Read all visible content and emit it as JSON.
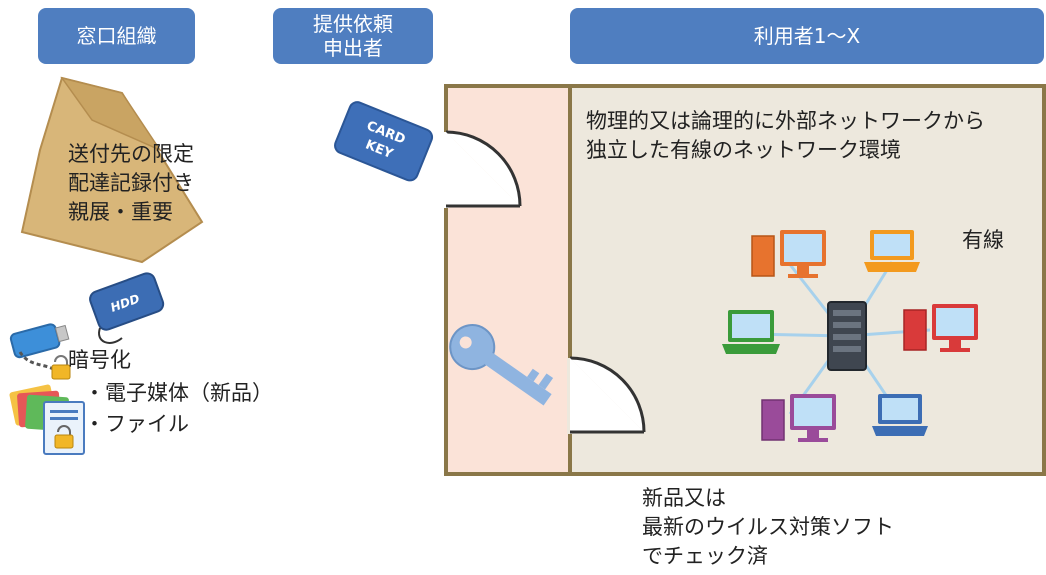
{
  "headers": {
    "window_org": "窓口組織",
    "requester": [
      "提供依頼",
      "申出者"
    ],
    "users": "利用者1〜X"
  },
  "envelope": {
    "lines": [
      "送付先の限定",
      "配達記録付き",
      "親展・重要"
    ]
  },
  "media": {
    "encrypt": "暗号化",
    "items": [
      "・電子媒体（新品）",
      "・ファイル"
    ],
    "hdd_label": "HDD"
  },
  "card_key": {
    "line1": "CARD",
    "line2": "KEY"
  },
  "network": {
    "description": [
      "物理的又は論理的に外部ネットワークから",
      "独立した有線のネットワーク環境"
    ],
    "wired_label": "有線"
  },
  "note": [
    "新品又は",
    "最新のウイルス対策ソフト",
    "でチェック済"
  ]
}
